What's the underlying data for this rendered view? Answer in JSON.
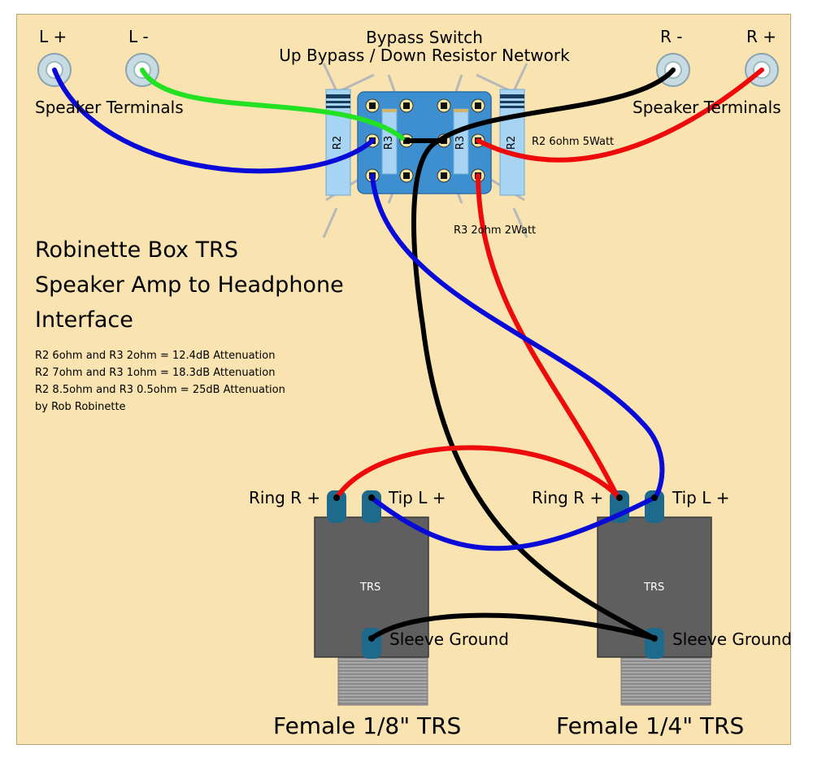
{
  "terminals": {
    "left_positive": "L +",
    "left_negative": "L -",
    "right_negative": "R -",
    "right_positive": "R +",
    "left_caption": "Speaker Terminals",
    "right_caption": "Speaker Terminals"
  },
  "switch": {
    "title_line1": "Bypass Switch",
    "title_line2": "Up Bypass / Down Resistor Network",
    "resistor_r2_left": "R2",
    "resistor_r3_left": "R3",
    "resistor_r3_right": "R3",
    "resistor_r2_right": "R2",
    "r2_spec": "R2 6ohm 5Watt",
    "r3_spec": "R3 2ohm 2Watt"
  },
  "title": {
    "line1": "Robinette Box TRS",
    "line2": "Speaker Amp to Headphone",
    "line3": "Interface"
  },
  "notes": [
    "R2 6ohm and R3 2ohm = 12.4dB Attenuation",
    "R2 7ohm and R3 1ohm = 18.3dB Attenuation",
    "R2 8.5ohm and R3 0.5ohm = 25dB Attenuation",
    "by Rob Robinette"
  ],
  "jack_eighth": {
    "ring_label": "Ring R +",
    "tip_label": "Tip L +",
    "body_label": "TRS",
    "sleeve_label": "Sleeve Ground",
    "caption": "Female 1/8\" TRS"
  },
  "jack_quarter": {
    "ring_label": "Ring R +",
    "tip_label": "Tip L +",
    "body_label": "TRS",
    "sleeve_label": "Sleeve Ground",
    "caption": "Female 1/4\" TRS"
  },
  "colors": {
    "board": "#f9e3b0",
    "wire_left_positive": "#0a0ad8",
    "wire_left_negative": "#22e022",
    "wire_right_positive": "#ee0a0a",
    "wire_ground": "#000000",
    "switch_body": "#3e8fd0",
    "jack_body": "#5f5f5f",
    "lug": "#1e6a8c"
  }
}
